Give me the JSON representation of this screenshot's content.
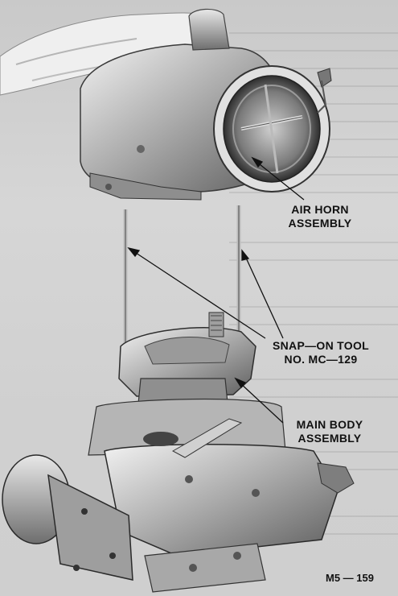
{
  "labels": {
    "air_horn": [
      "AIR HORN",
      "ASSEMBLY"
    ],
    "snap_on": [
      "SNAP—ON TOOL",
      "NO. MC—129"
    ],
    "main_body": [
      "MAIN BODY",
      "ASSEMBLY"
    ]
  },
  "figure_number": "M5 — 159"
}
